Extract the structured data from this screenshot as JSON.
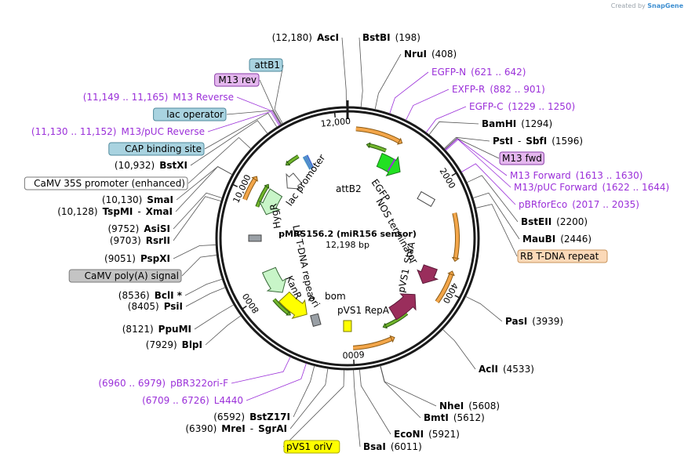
{
  "credit": {
    "prefix": "Created by",
    "brand": "SnapGene"
  },
  "plasmid": {
    "name": "pMRS156.2 (miR156 sensor)",
    "size": "12,198 bp",
    "total_bp": 12198
  },
  "ticks": [
    {
      "bp": 2000,
      "label": "2000"
    },
    {
      "bp": 4000,
      "label": "4000"
    },
    {
      "bp": 6000,
      "label": "6000"
    },
    {
      "bp": 8000,
      "label": "8000"
    },
    {
      "bp": 10000,
      "label": "10,000"
    },
    {
      "bp": 12000,
      "label": "12,000"
    }
  ],
  "labels": [
    {
      "id": "asci",
      "kind": "enzyme",
      "bp": 12180,
      "name": "AscI",
      "pos": "(12,180)"
    },
    {
      "id": "bstbi",
      "kind": "enzyme",
      "bp": 198,
      "name": "BstBI",
      "pos": "(198)"
    },
    {
      "id": "nrui",
      "kind": "enzyme",
      "bp": 408,
      "name": "NruI",
      "pos": "(408)"
    },
    {
      "id": "egfp-n",
      "kind": "primer",
      "bp": 632,
      "name": "EGFP-N",
      "pos": "(621 .. 642)"
    },
    {
      "id": "exfp-r",
      "kind": "primer",
      "bp": 891,
      "name": "EXFP-R",
      "pos": "(882 .. 901)"
    },
    {
      "id": "egfp-c",
      "kind": "primer",
      "bp": 1240,
      "name": "EGFP-C",
      "pos": "(1229 .. 1250)"
    },
    {
      "id": "bamhi",
      "kind": "enzyme",
      "bp": 1294,
      "name": "BamHI",
      "pos": "(1294)"
    },
    {
      "id": "psti",
      "kind": "enzyme",
      "bp": 1596,
      "name": "PstI",
      "name2": "SbfI",
      "pos": "(1596)"
    },
    {
      "id": "m13fwd",
      "kind": "feature",
      "bp": 1610,
      "name": "M13 fwd",
      "bg": "#e4b7ee",
      "border": "#8a3fa8"
    },
    {
      "id": "m13forward",
      "kind": "primer",
      "bp": 1620,
      "name": "M13 Forward",
      "pos": "(1613 .. 1630)"
    },
    {
      "id": "m13puc-fwd",
      "kind": "primer",
      "bp": 1633,
      "name": "M13/pUC Forward",
      "pos": "(1622 .. 1644)"
    },
    {
      "id": "pbrforeco",
      "kind": "primer",
      "bp": 2026,
      "name": "pBRforEco",
      "pos": "(2017 .. 2035)"
    },
    {
      "id": "bsteii",
      "kind": "enzyme",
      "bp": 2200,
      "name": "BstEII",
      "pos": "(2200)"
    },
    {
      "id": "maubi",
      "kind": "enzyme",
      "bp": 2446,
      "name": "MauBI",
      "pos": "(2446)"
    },
    {
      "id": "rb",
      "kind": "feature",
      "bp": 2600,
      "name": "RB T-DNA repeat",
      "bg": "#fbd9b8",
      "border": "#c9955e"
    },
    {
      "id": "pasi",
      "kind": "enzyme",
      "bp": 3939,
      "name": "PasI",
      "pos": "(3939)"
    },
    {
      "id": "acli",
      "kind": "enzyme",
      "bp": 4533,
      "name": "AclI",
      "pos": "(4533)"
    },
    {
      "id": "nhei",
      "kind": "enzyme",
      "bp": 5608,
      "name": "NheI",
      "pos": "(5608)"
    },
    {
      "id": "bmti",
      "kind": "enzyme",
      "bp": 5612,
      "name": "BmtI",
      "pos": "(5612)"
    },
    {
      "id": "econi",
      "kind": "enzyme",
      "bp": 5921,
      "name": "EcoNI",
      "pos": "(5921)"
    },
    {
      "id": "bsai",
      "kind": "enzyme",
      "bp": 6011,
      "name": "BsaI",
      "pos": "(6011)"
    },
    {
      "id": "pvs1ori",
      "kind": "feature",
      "bp": 6150,
      "name": "pVS1 oriV",
      "bg": "#ffff00",
      "border": "#a8a800"
    },
    {
      "id": "mrei",
      "kind": "enzyme",
      "bp": 6390,
      "name": "MreI",
      "name2": "SgrAI",
      "pos": "(6390)"
    },
    {
      "id": "bstz17i",
      "kind": "enzyme",
      "bp": 6592,
      "name": "BstZ17I",
      "pos": "(6592)"
    },
    {
      "id": "l4440",
      "kind": "primer",
      "bp": 6717,
      "name": "L4440",
      "pos": "(6709 .. 6726)"
    },
    {
      "id": "pbr322ori",
      "kind": "primer",
      "bp": 6970,
      "name": "pBR322ori-F",
      "pos": "(6960 .. 6979)"
    },
    {
      "id": "blpi",
      "kind": "enzyme",
      "bp": 7929,
      "name": "BlpI",
      "pos": "(7929)"
    },
    {
      "id": "ppumi",
      "kind": "enzyme",
      "bp": 8121,
      "name": "PpuMI",
      "pos": "(8121)"
    },
    {
      "id": "psii",
      "kind": "enzyme",
      "bp": 8405,
      "name": "PsiI",
      "pos": "(8405)"
    },
    {
      "id": "bcli",
      "kind": "enzyme",
      "bp": 8536,
      "name": "BclI *",
      "pos": "(8536)"
    },
    {
      "id": "camv-polya",
      "kind": "feature",
      "bp": 8900,
      "name": "CaMV poly(A) signal",
      "bg": "#c4c4c4",
      "border": "#7a7a7a"
    },
    {
      "id": "pspxi",
      "kind": "enzyme",
      "bp": 9051,
      "name": "PspXI",
      "pos": "(9051)"
    },
    {
      "id": "rsrii",
      "kind": "enzyme",
      "bp": 9703,
      "name": "RsrII",
      "pos": "(9703)"
    },
    {
      "id": "asisi",
      "kind": "enzyme",
      "bp": 9752,
      "name": "AsiSI",
      "pos": "(9752)"
    },
    {
      "id": "tspmi",
      "kind": "enzyme",
      "bp": 10128,
      "name": "TspMI",
      "name2": "XmaI",
      "pos": "(10,128)"
    },
    {
      "id": "smai",
      "kind": "enzyme",
      "bp": 10130,
      "name": "SmaI",
      "pos": "(10,130)"
    },
    {
      "id": "camv35s",
      "kind": "feature",
      "bp": 10600,
      "name": "CaMV 35S promoter (enhanced)",
      "bg": "#ffffff",
      "border": "#7a7a7a"
    },
    {
      "id": "bstxi",
      "kind": "enzyme",
      "bp": 10932,
      "name": "BstXI",
      "pos": "(10,932)"
    },
    {
      "id": "cap",
      "kind": "feature",
      "bp": 11100,
      "name": "CAP binding site",
      "bg": "#a9d3e0",
      "border": "#4f8a9c"
    },
    {
      "id": "m13puc-rev",
      "kind": "primer",
      "bp": 11141,
      "name": "M13/pUC Reverse",
      "pos": "(11,130 .. 11,152)"
    },
    {
      "id": "lacop",
      "kind": "feature",
      "bp": 11170,
      "name": "lac operator",
      "bg": "#a9d3e0",
      "border": "#4f8a9c"
    },
    {
      "id": "m13reverse",
      "kind": "primer",
      "bp": 11157,
      "name": "M13 Reverse",
      "pos": "(11,149 .. 11,165)"
    },
    {
      "id": "m13rev",
      "kind": "feature",
      "bp": 11180,
      "name": "M13 rev",
      "bg": "#e4b7ee",
      "border": "#8a3fa8"
    },
    {
      "id": "attb1",
      "kind": "feature",
      "bp": 11200,
      "name": "attB1",
      "bg": "#a9d3e0",
      "border": "#4f8a9c"
    }
  ],
  "inner_labels": [
    {
      "id": "attb2",
      "text": "attB2"
    },
    {
      "id": "egfp",
      "text": "EGFP"
    },
    {
      "id": "nos",
      "text": "NOS terminator"
    },
    {
      "id": "stab",
      "text": "StaA"
    },
    {
      "id": "pvs1",
      "text": "pVS1"
    },
    {
      "id": "repa",
      "text": "pVS1 RepA"
    },
    {
      "id": "bom",
      "text": "bom"
    },
    {
      "id": "ori",
      "text": "ori"
    },
    {
      "id": "kanr",
      "text": "KanR"
    },
    {
      "id": "lb",
      "text": "LB T-DNA repeat"
    },
    {
      "id": "hygr",
      "text": "HygR"
    },
    {
      "id": "lacprom",
      "text": "lac promoter"
    }
  ],
  "colors": {
    "backbone": "#1a1a1a",
    "primer": "#9b30d9",
    "orange_feature": "#f3a64a",
    "green_feature": "#71b52c",
    "egfp": "#22e022",
    "kanr": "#c8f5c8",
    "stab": "#9a2e5c",
    "ori": "#ffff00",
    "gray_feature": "#9aa0a6"
  }
}
